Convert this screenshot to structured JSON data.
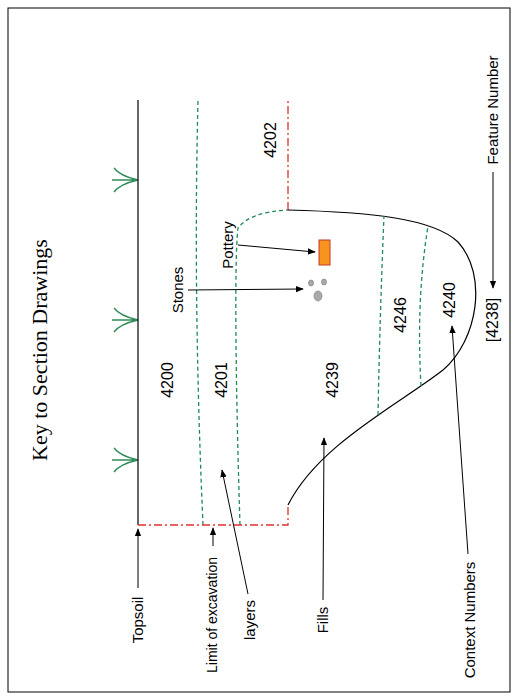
{
  "diagram": {
    "title": "Key to Section Drawings",
    "labels": [
      "Stones",
      "Pottery",
      "4202",
      "4200",
      "4201",
      "4239",
      "4246",
      "4240",
      "[4238]",
      "Topsoil",
      "Limit of excavation",
      "layers",
      "Fills",
      "Context Numbers",
      "Feature Number"
    ]
  }
}
